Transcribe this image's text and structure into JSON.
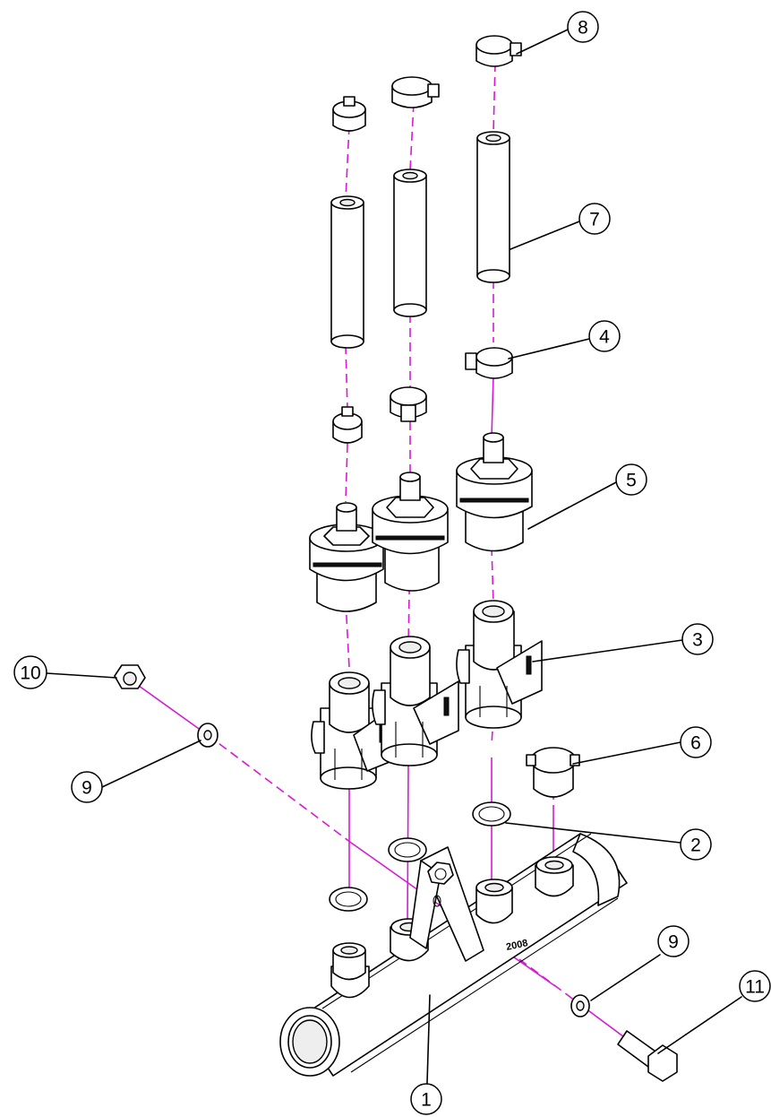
{
  "diagram": {
    "callouts": {
      "c1": "1",
      "c2": "2",
      "c3": "3",
      "c4": "4",
      "c5": "5",
      "c6": "6",
      "c7": "7",
      "c8": "8",
      "c9a": "9",
      "c9b": "9",
      "c10": "10",
      "c11": "11"
    },
    "manifold_stamp": "2008",
    "colors": {
      "axis": "#d61ad6",
      "ink": "#000000",
      "background": "#ffffff"
    }
  }
}
